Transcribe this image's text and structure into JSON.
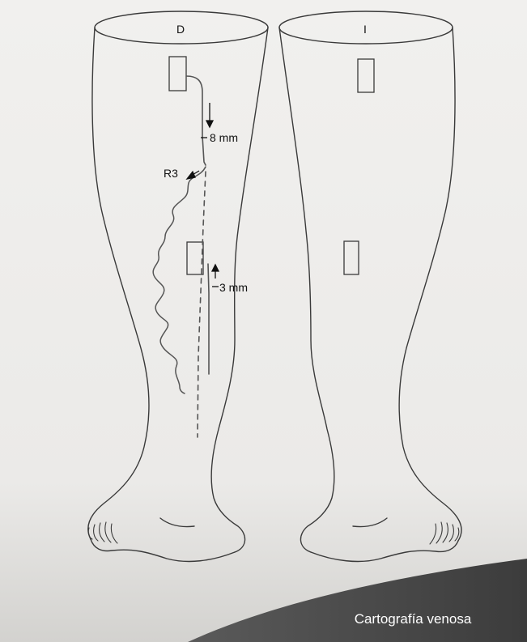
{
  "figure": {
    "legs": [
      {
        "id": "right",
        "label": "D"
      },
      {
        "id": "left",
        "label": "I"
      }
    ],
    "annotations": {
      "upper_measure": "8 mm",
      "lower_measure": "3 mm",
      "reflux_point": "R3"
    },
    "caption": "Cartografía venosa"
  },
  "colors": {
    "background": "#ecebe9",
    "outline": "#3a3a3a",
    "vein": "#555555",
    "banner": "#4a4a4a",
    "caption_text": "#ffffff"
  }
}
